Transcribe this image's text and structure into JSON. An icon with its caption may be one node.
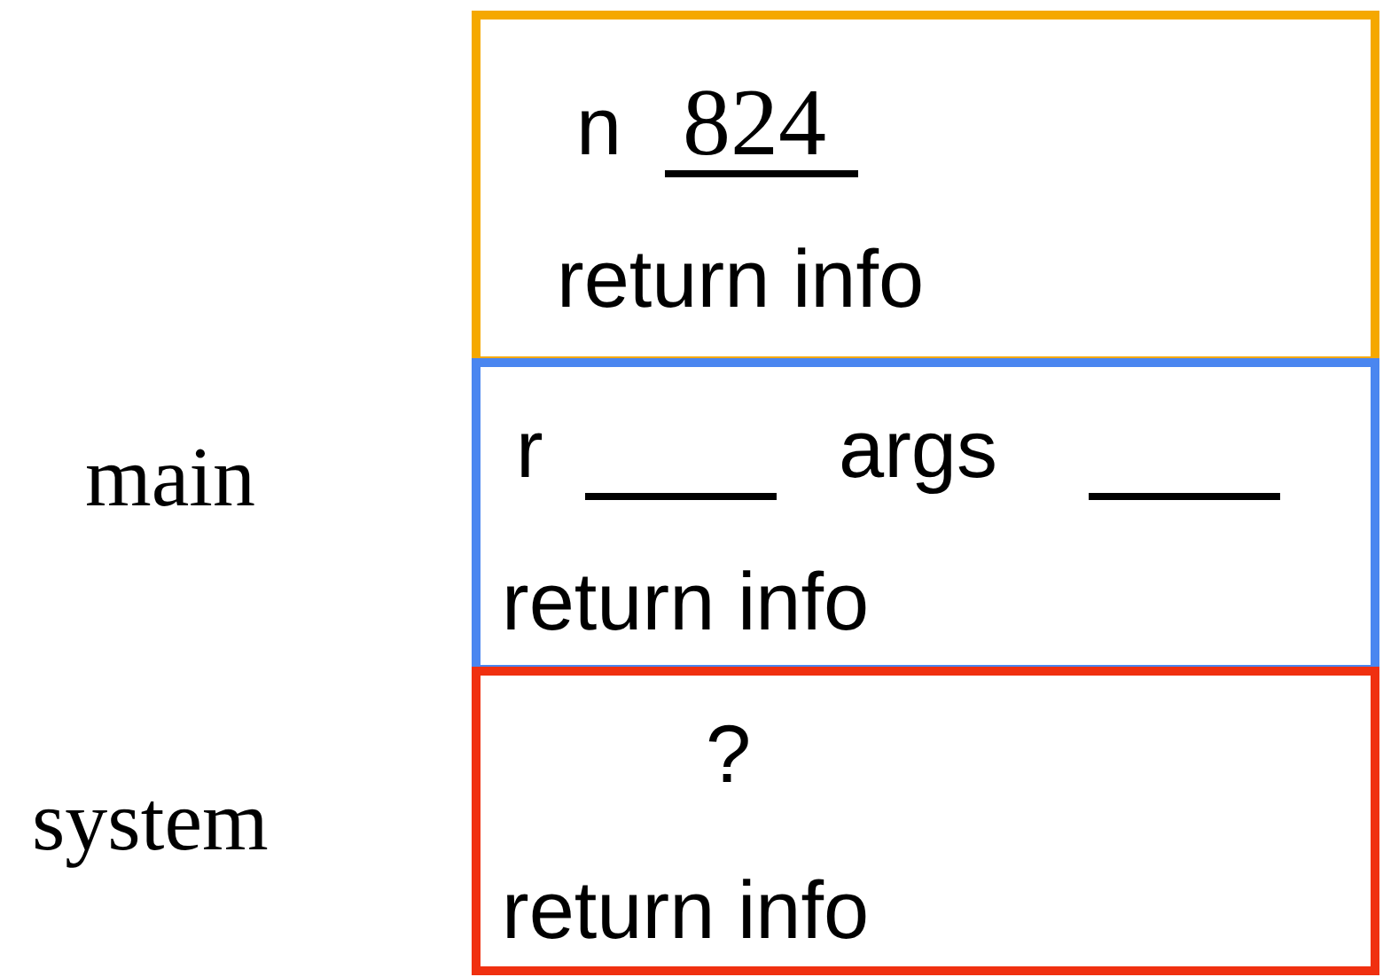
{
  "diagram": {
    "nodes": [
      {
        "text": [
          "n",
          "824",
          "return info"
        ]
      },
      {
        "text": [
          "r",
          "args",
          "return info"
        ],
        "beside": [
          "main"
        ]
      },
      {
        "text": [
          "?",
          "return info"
        ],
        "beside": [
          "system"
        ]
      }
    ]
  }
}
